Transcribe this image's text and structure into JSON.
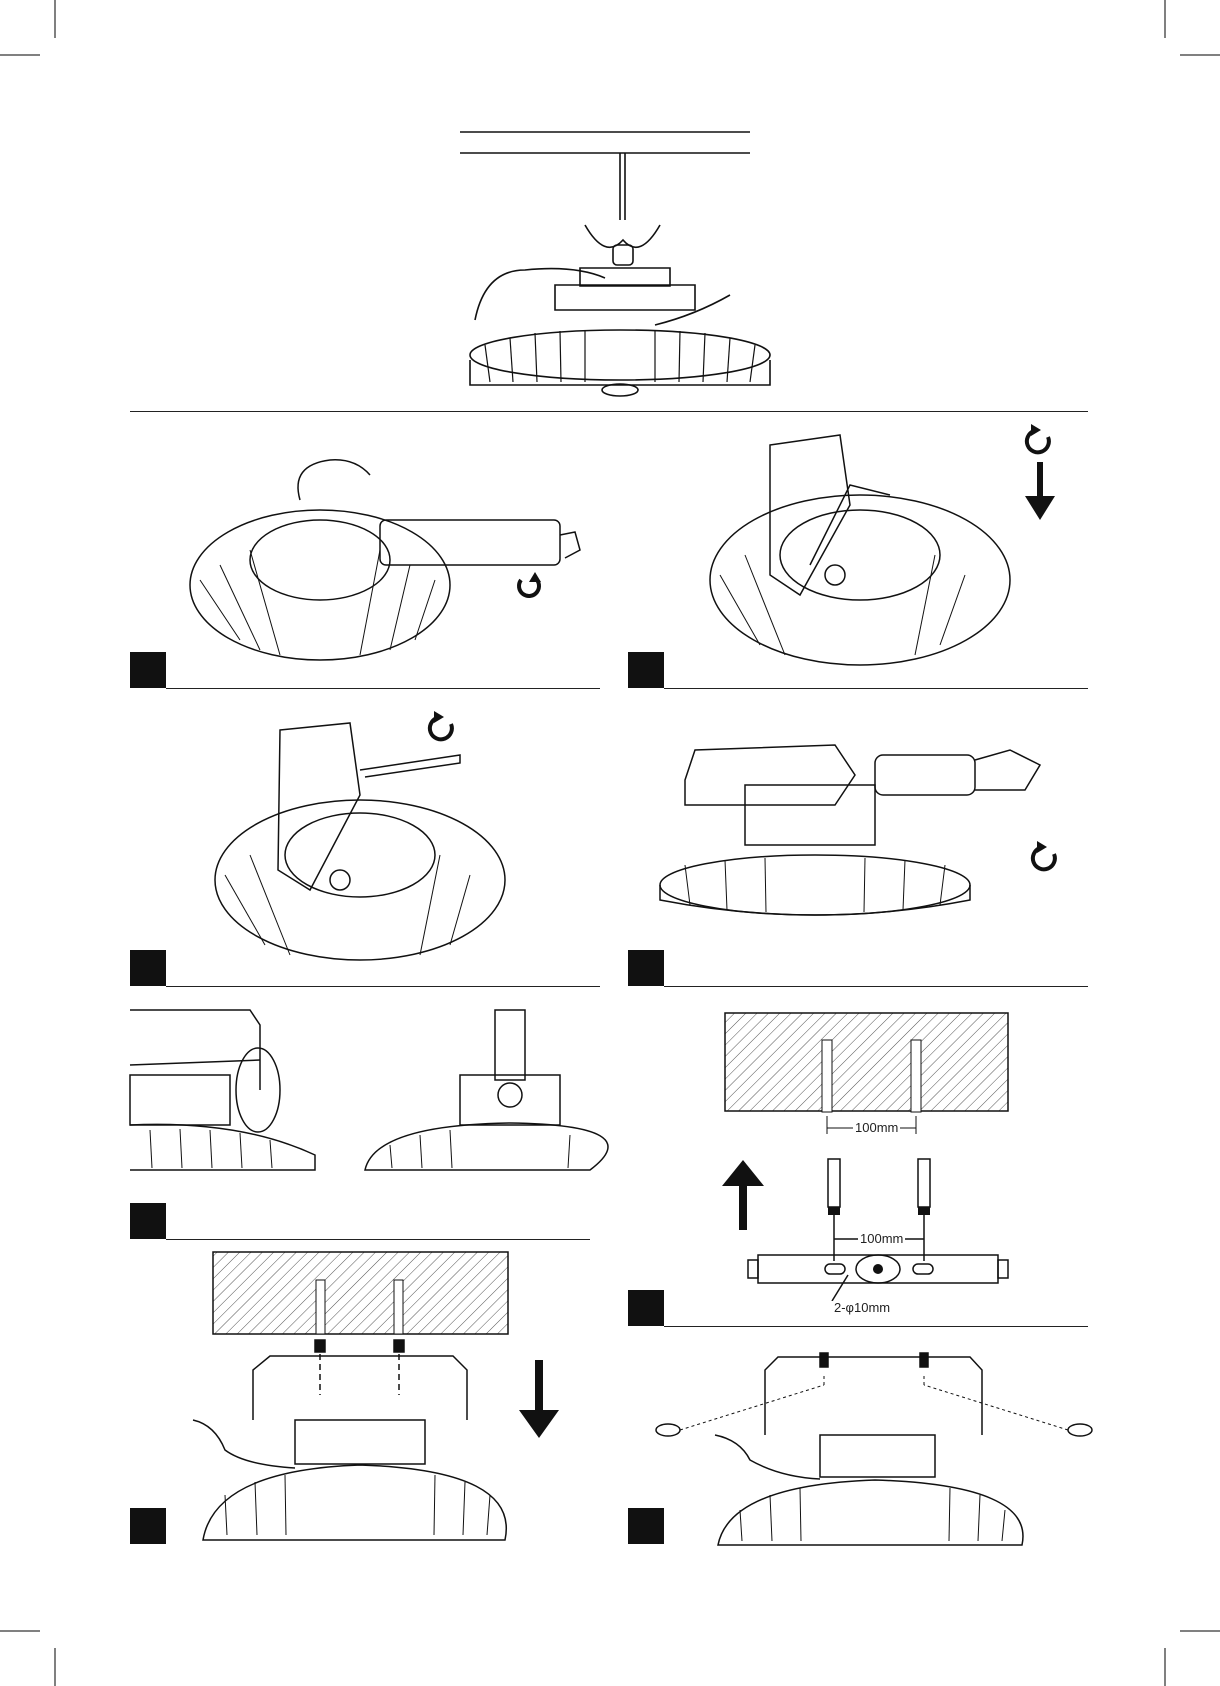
{
  "steps": [
    {
      "id": "step-1",
      "label": ""
    },
    {
      "id": "step-2",
      "label": ""
    },
    {
      "id": "step-3",
      "label": ""
    },
    {
      "id": "step-4",
      "label": ""
    },
    {
      "id": "step-5",
      "label": ""
    },
    {
      "id": "step-6",
      "label": ""
    },
    {
      "id": "step-7",
      "label": ""
    },
    {
      "id": "step-8",
      "label": ""
    }
  ],
  "dimensions": {
    "ceiling_hole_spacing": "100mm",
    "bracket_hole_spacing": "100mm",
    "bracket_hole_size": "2-φ10mm"
  },
  "icons": {
    "rotate_cw": "rotate-clockwise-icon",
    "rotate_ccw": "rotate-counterclockwise-icon",
    "arrow_down": "arrow-down-icon",
    "arrow_up": "arrow-up-icon"
  },
  "colors": {
    "ink": "#111111",
    "paper": "#ffffff",
    "hatch": "#555555"
  }
}
